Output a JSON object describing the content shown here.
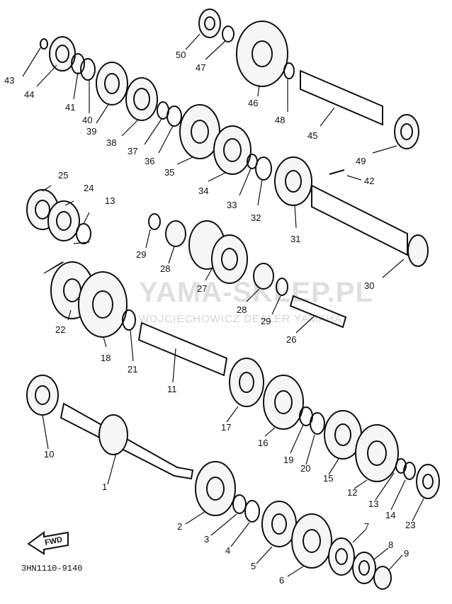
{
  "diagram": {
    "drawing_code": "3HN1110-9140",
    "fwd_label": "FWD",
    "watermark": {
      "brand": "YAMA-SKLEP.PL",
      "subtitle": "WOJCIECHOWICZ DEALER YAMAHA"
    },
    "callouts": [
      "1",
      "2",
      "3",
      "4",
      "5",
      "6",
      "7",
      "8",
      "9",
      "10",
      "11",
      "12",
      "13",
      "13",
      "14",
      "15",
      "16",
      "17",
      "18",
      "19",
      "20",
      "21",
      "22",
      "23",
      "24",
      "25",
      "26",
      "27",
      "28",
      "28",
      "29",
      "29",
      "30",
      "31",
      "32",
      "33",
      "34",
      "35",
      "36",
      "37",
      "38",
      "39",
      "40",
      "41",
      "42",
      "43",
      "44",
      "45",
      "46",
      "47",
      "48",
      "49",
      "50"
    ]
  }
}
